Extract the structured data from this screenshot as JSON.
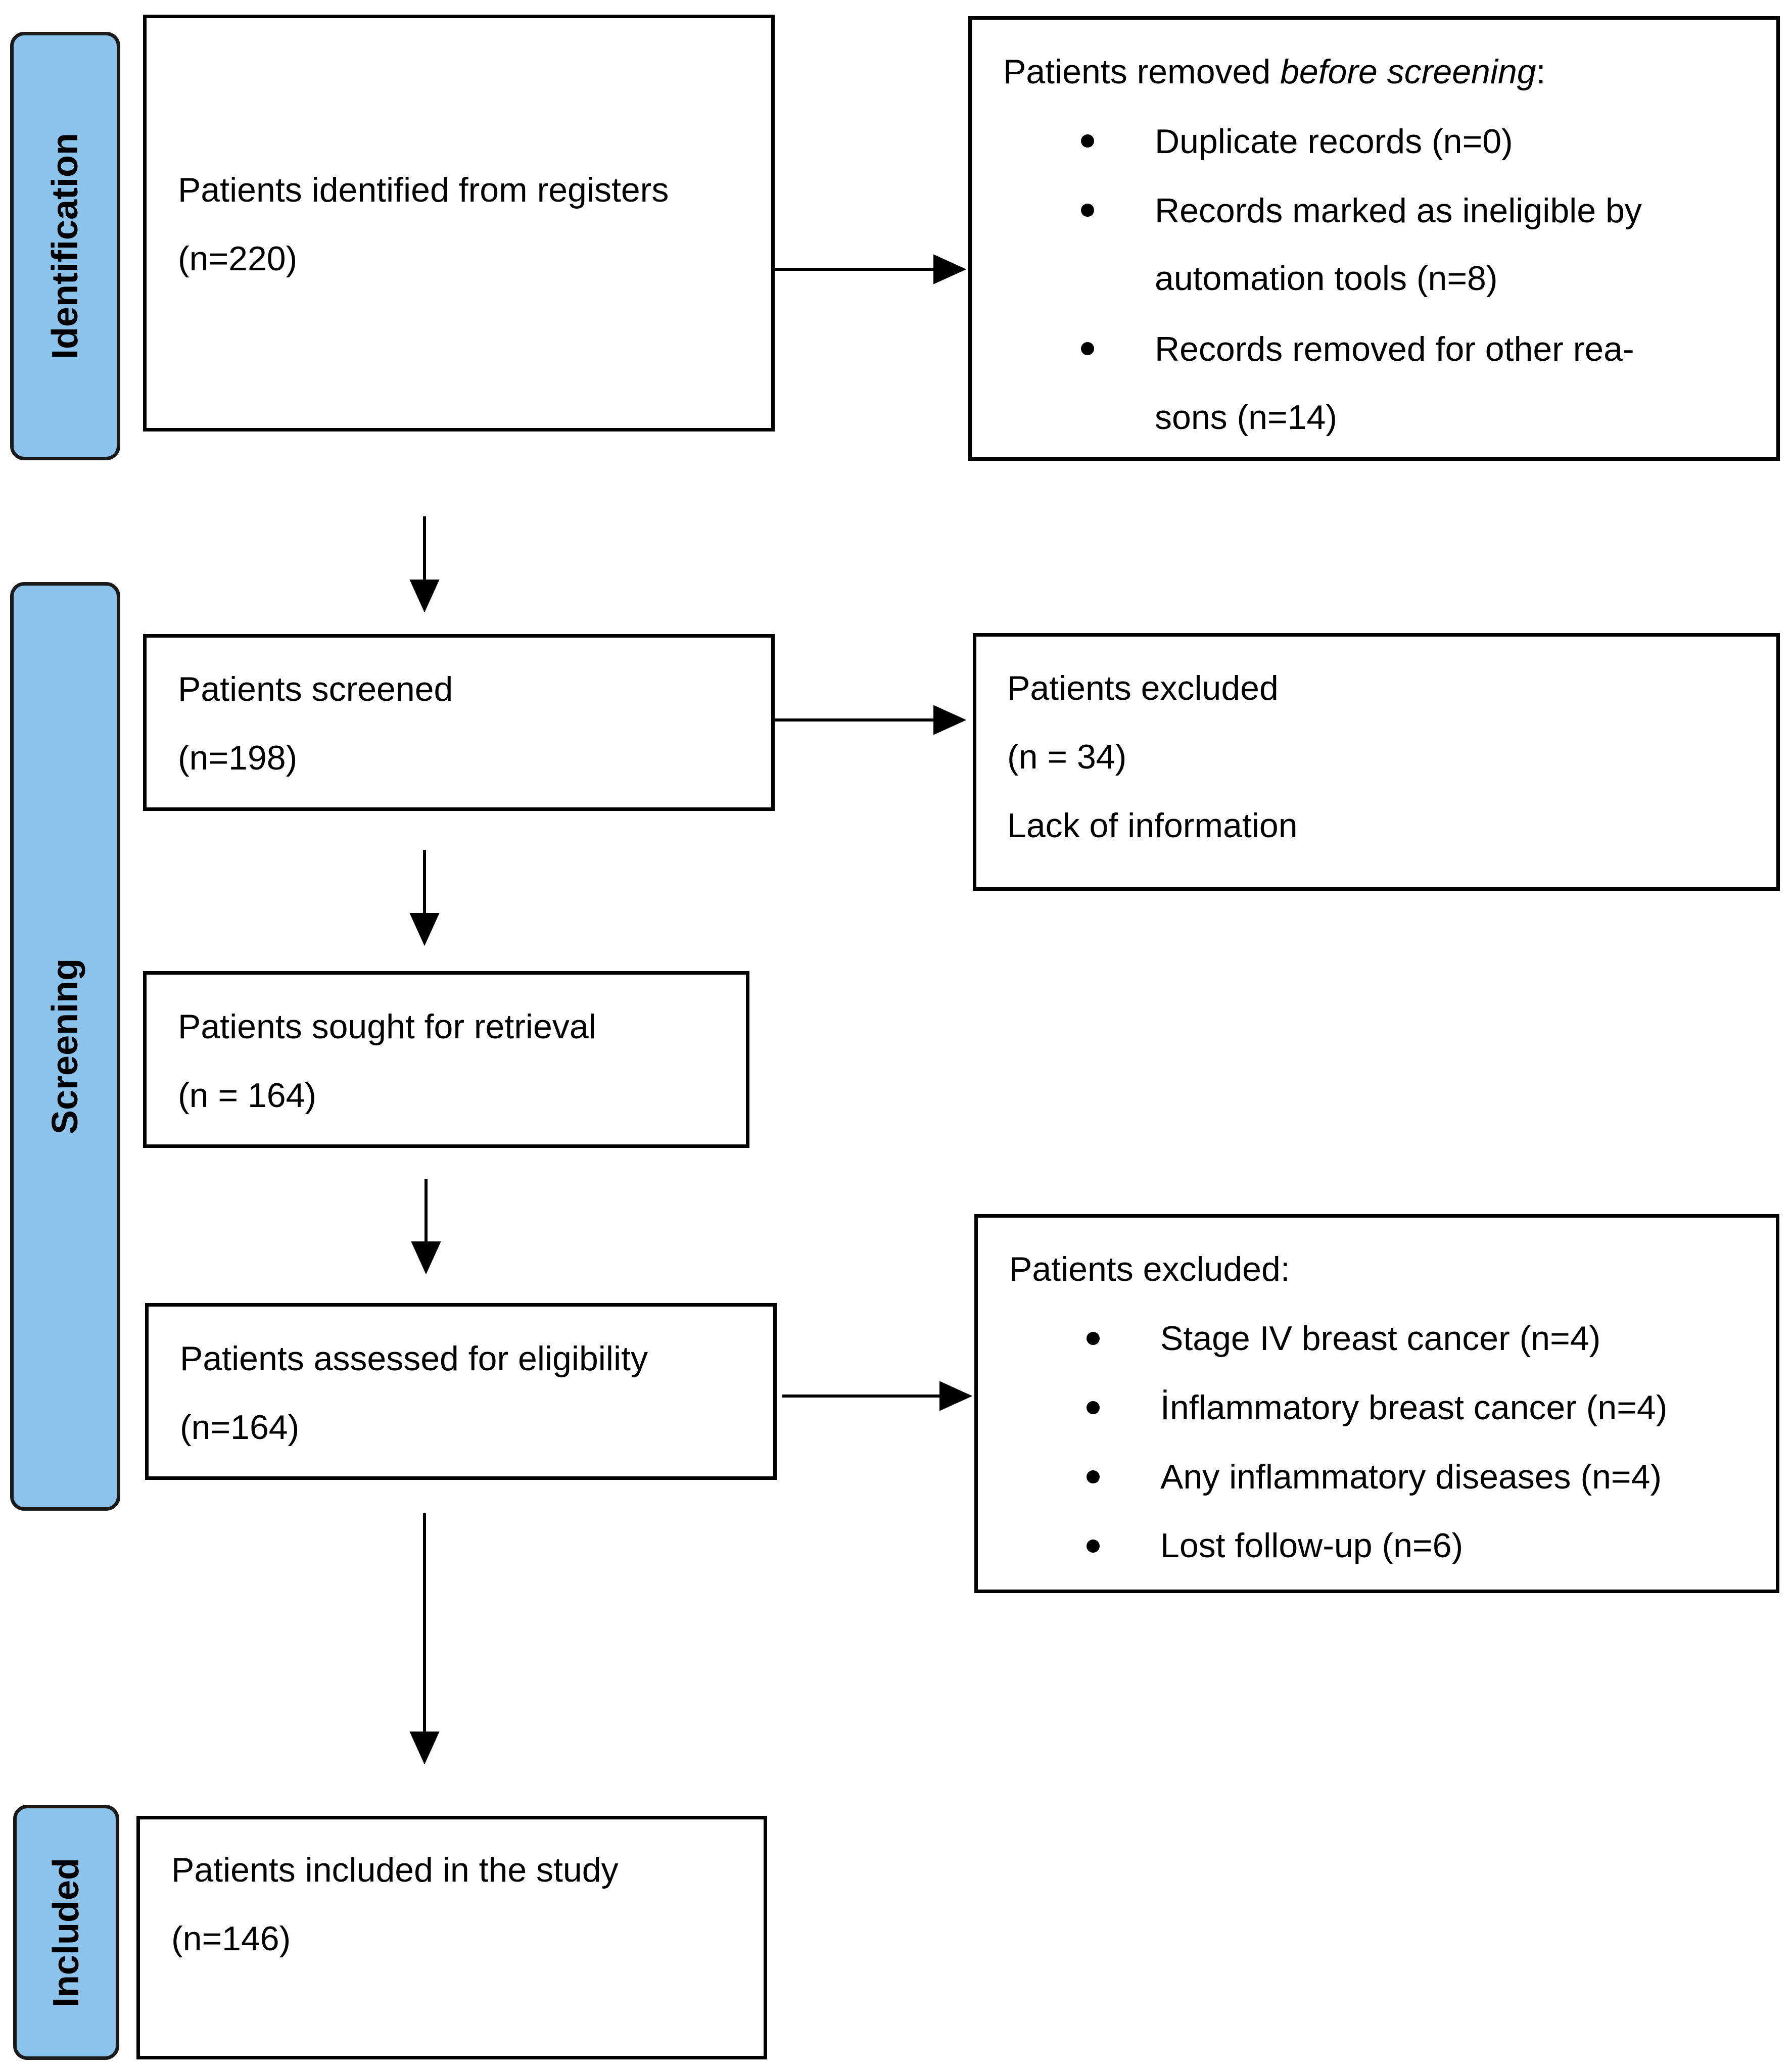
{
  "stages": {
    "identification": "Identification",
    "screening": "Screening",
    "included": "Included"
  },
  "identified": {
    "line1": "Patients  identified  from  registers",
    "line2": "(n=220)"
  },
  "removed": {
    "title_prefix": "Patients removed ",
    "title_italic": "before screening",
    "title_suffix": ":",
    "items": [
      {
        "line1": "Duplicate records (n=0)"
      },
      {
        "line1": "Records marked as ineligible by",
        "line2": "automation tools (n=8)"
      },
      {
        "line1": "Records removed for other rea-",
        "line2": "sons (n=14)"
      }
    ]
  },
  "screened": {
    "line1": "Patients screened",
    "line2": "(n=198)"
  },
  "excluded1": {
    "line1": "Patients excluded",
    "line2": "(n = 34)",
    "line3": "Lack of information"
  },
  "sought": {
    "line1": "Patients sought for retrieval",
    "line2": "(n = 164)"
  },
  "assessed": {
    "line1": "Patients assessed for eligibility",
    "line2": "(n=164)"
  },
  "excluded2": {
    "title": "Patients excluded:",
    "items": [
      "Stage IV breast cancer (n=4)",
      "İnflammatory breast cancer (n=4)",
      "Any inflammatory diseases (n=4)",
      "Lost follow-up (n=6)"
    ]
  },
  "included": {
    "line1": "Patients included in the study",
    "line2": "(n=146)"
  }
}
